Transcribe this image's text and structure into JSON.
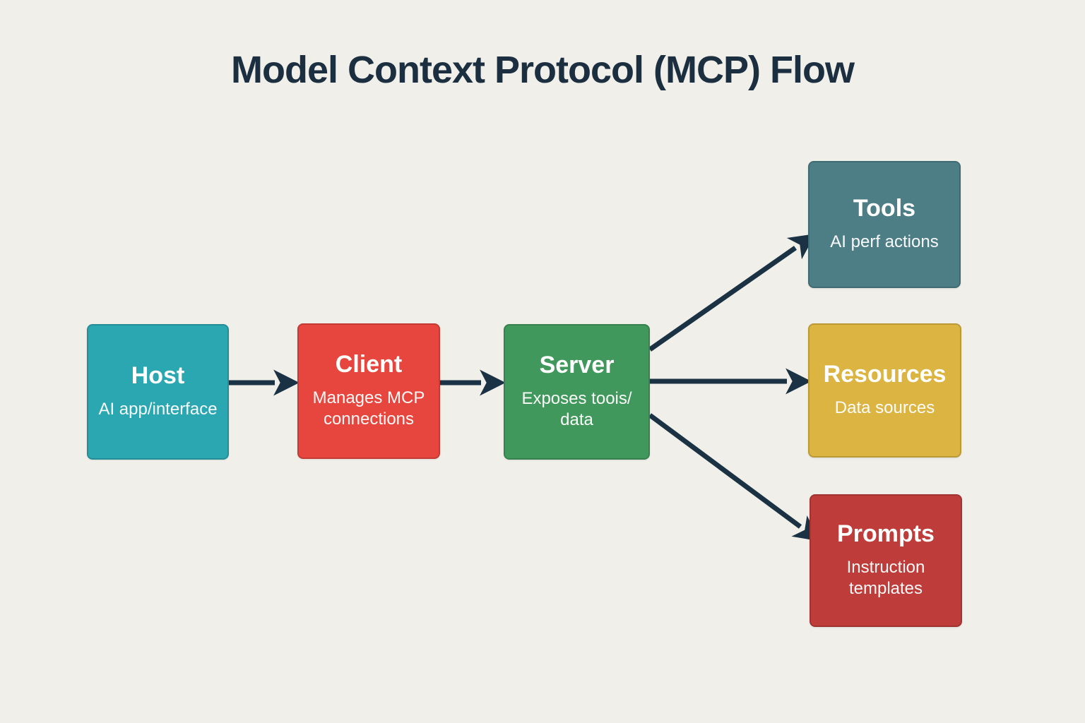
{
  "title": "Model Context Protocol (MCP) Flow",
  "colors": {
    "background": "#f0efe9",
    "title": "#1c2f40",
    "arrow": "#1a3243",
    "node_text": "#ffffff",
    "host": "#2aa7b0",
    "client": "#e6463e",
    "server": "#41985c",
    "tools": "#4d7e86",
    "resources": "#dcb441",
    "prompts": "#be3c39"
  },
  "nodes": [
    {
      "id": "host",
      "label": "Host",
      "sublabel": "AI app/interface",
      "color": "#2aa7b0"
    },
    {
      "id": "client",
      "label": "Client",
      "sublabel": "Manages MCP\nconnections",
      "color": "#e6463e"
    },
    {
      "id": "server",
      "label": "Server",
      "sublabel": "Exposes toois/\ndata",
      "color": "#41985c"
    },
    {
      "id": "tools",
      "label": "Tools",
      "sublabel": "AI perf actions",
      "color": "#4d7e86"
    },
    {
      "id": "resources",
      "label": "Resources",
      "sublabel": "Data sources",
      "color": "#dcb441"
    },
    {
      "id": "prompts",
      "label": "Prompts",
      "sublabel": "Instruction\ntemplates",
      "color": "#be3c39"
    }
  ],
  "edges": [
    {
      "from": "Host",
      "to": "Client"
    },
    {
      "from": "Client",
      "to": "Server"
    },
    {
      "from": "Server",
      "to": "Tools"
    },
    {
      "from": "Server",
      "to": "Resources"
    },
    {
      "from": "Server",
      "to": "Prompts"
    }
  ]
}
